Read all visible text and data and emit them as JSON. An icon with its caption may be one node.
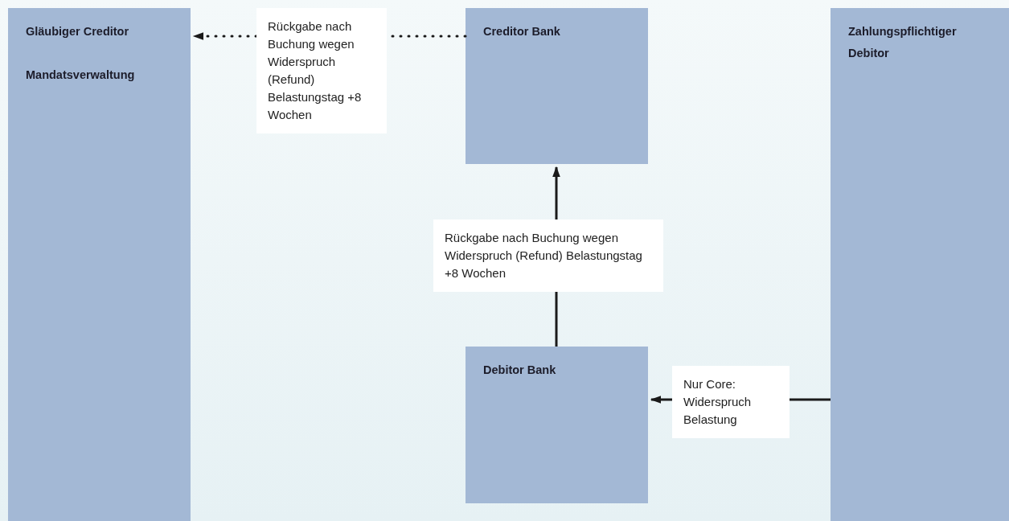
{
  "diagram": {
    "nodes": [
      {
        "text": [
          "Gläubiger Creditor",
          "Mandatsverwaltung"
        ]
      },
      {
        "text": [
          "Creditor Bank"
        ]
      },
      {
        "text": [
          "Zahlungspflichtiger Debitor"
        ]
      },
      {
        "text": [
          "Debitor Bank"
        ]
      }
    ],
    "edges": [
      {
        "from": 1,
        "to": 0,
        "arrow": "to",
        "style": "dashed",
        "label": "Rückgabe nach Buchung wegen Widerspruch (Refund) Belastungstag +8 Wochen"
      },
      {
        "from": 3,
        "to": 1,
        "arrow": "to",
        "label": "Rückgabe nach Buchung wegen Widerspruch (Refund) Belastungstag +8 Wochen"
      },
      {
        "from": 2,
        "to": 3,
        "arrow": "to",
        "label": "Nur Core: Widerspruch Belastung"
      }
    ]
  }
}
